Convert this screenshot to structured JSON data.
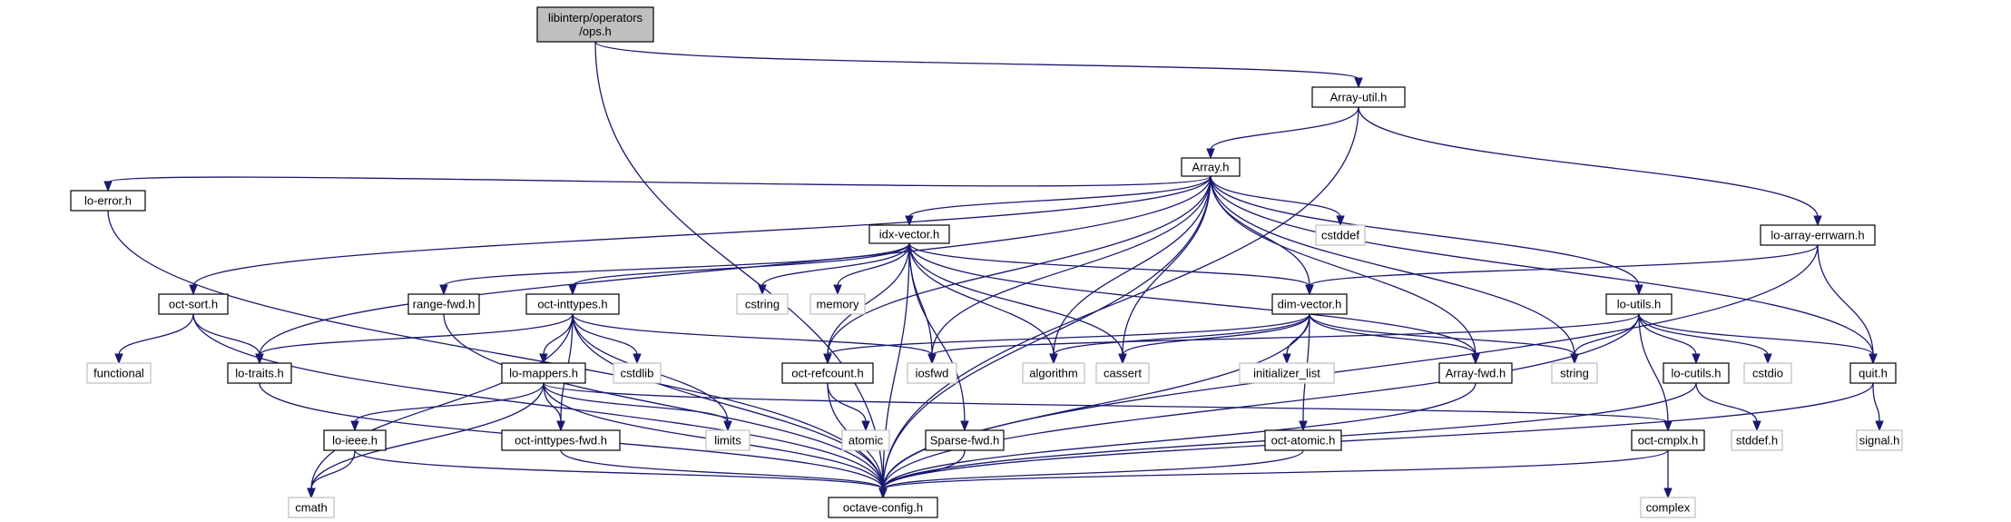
{
  "colors": {
    "edge": "#191970",
    "local_border": "#000000",
    "system_border": "#bfbfbf",
    "root_fill": "#bfbfbf"
  },
  "nodes": [
    {
      "id": "ops",
      "lines": [
        "libinterp/operators",
        "/ops.h"
      ],
      "kind": "root"
    },
    {
      "id": "array_util",
      "lines": [
        "Array-util.h"
      ],
      "kind": "local"
    },
    {
      "id": "array",
      "lines": [
        "Array.h"
      ],
      "kind": "local"
    },
    {
      "id": "lo_error",
      "lines": [
        "lo-error.h"
      ],
      "kind": "local"
    },
    {
      "id": "idx_vector",
      "lines": [
        "idx-vector.h"
      ],
      "kind": "local"
    },
    {
      "id": "cstddef",
      "lines": [
        "cstddef"
      ],
      "kind": "system"
    },
    {
      "id": "lo_array_errwarn",
      "lines": [
        "lo-array-errwarn.h"
      ],
      "kind": "local"
    },
    {
      "id": "oct_sort",
      "lines": [
        "oct-sort.h"
      ],
      "kind": "local"
    },
    {
      "id": "range_fwd",
      "lines": [
        "range-fwd.h"
      ],
      "kind": "local"
    },
    {
      "id": "oct_inttypes",
      "lines": [
        "oct-inttypes.h"
      ],
      "kind": "local"
    },
    {
      "id": "cstring",
      "lines": [
        "cstring"
      ],
      "kind": "system"
    },
    {
      "id": "memory",
      "lines": [
        "memory"
      ],
      "kind": "system"
    },
    {
      "id": "dim_vector",
      "lines": [
        "dim-vector.h"
      ],
      "kind": "local"
    },
    {
      "id": "lo_utils",
      "lines": [
        "lo-utils.h"
      ],
      "kind": "local"
    },
    {
      "id": "functional",
      "lines": [
        "functional"
      ],
      "kind": "system"
    },
    {
      "id": "lo_traits",
      "lines": [
        "lo-traits.h"
      ],
      "kind": "local"
    },
    {
      "id": "cstdlib",
      "lines": [
        "cstdlib"
      ],
      "kind": "system"
    },
    {
      "id": "oct_refcount",
      "lines": [
        "oct-refcount.h"
      ],
      "kind": "local"
    },
    {
      "id": "iosfwd",
      "lines": [
        "iosfwd"
      ],
      "kind": "system"
    },
    {
      "id": "algorithm",
      "lines": [
        "algorithm"
      ],
      "kind": "system"
    },
    {
      "id": "cassert",
      "lines": [
        "cassert"
      ],
      "kind": "system"
    },
    {
      "id": "initializer_list",
      "lines": [
        "initializer_list"
      ],
      "kind": "system"
    },
    {
      "id": "array_fwd",
      "lines": [
        "Array-fwd.h"
      ],
      "kind": "local"
    },
    {
      "id": "string",
      "lines": [
        "string"
      ],
      "kind": "system"
    },
    {
      "id": "lo_cutils",
      "lines": [
        "lo-cutils.h"
      ],
      "kind": "local"
    },
    {
      "id": "cstdio",
      "lines": [
        "cstdio"
      ],
      "kind": "system"
    },
    {
      "id": "quit",
      "lines": [
        "quit.h"
      ],
      "kind": "local"
    },
    {
      "id": "lo_mappers",
      "lines": [
        "lo-mappers.h"
      ],
      "kind": "local"
    },
    {
      "id": "limits",
      "lines": [
        "limits"
      ],
      "kind": "system"
    },
    {
      "id": "atomic",
      "lines": [
        "atomic"
      ],
      "kind": "system"
    },
    {
      "id": "sparse_fwd",
      "lines": [
        "Sparse-fwd.h"
      ],
      "kind": "local"
    },
    {
      "id": "oct_atomic",
      "lines": [
        "oct-atomic.h"
      ],
      "kind": "local"
    },
    {
      "id": "stddef",
      "lines": [
        "stddef.h"
      ],
      "kind": "system"
    },
    {
      "id": "signal",
      "lines": [
        "signal.h"
      ],
      "kind": "system"
    },
    {
      "id": "lo_ieee",
      "lines": [
        "lo-ieee.h"
      ],
      "kind": "local"
    },
    {
      "id": "oct_inttypes_fwd",
      "lines": [
        "oct-inttypes-fwd.h"
      ],
      "kind": "local"
    },
    {
      "id": "oct_cmplx",
      "lines": [
        "oct-cmplx.h"
      ],
      "kind": "local"
    },
    {
      "id": "cmath",
      "lines": [
        "cmath"
      ],
      "kind": "system"
    },
    {
      "id": "octave_config",
      "lines": [
        "octave-config.h"
      ],
      "kind": "local"
    },
    {
      "id": "complex",
      "lines": [
        "complex"
      ],
      "kind": "system"
    }
  ],
  "edges": [
    [
      "ops",
      "array_util"
    ],
    [
      "ops",
      "octave_config"
    ],
    [
      "array_util",
      "array"
    ],
    [
      "array_util",
      "lo_array_errwarn"
    ],
    [
      "array_util",
      "octave_config"
    ],
    [
      "array",
      "lo_error"
    ],
    [
      "array",
      "oct_sort"
    ],
    [
      "array",
      "lo_traits"
    ],
    [
      "array",
      "idx_vector"
    ],
    [
      "array",
      "oct_refcount"
    ],
    [
      "array",
      "iosfwd"
    ],
    [
      "array",
      "algorithm"
    ],
    [
      "array",
      "cassert"
    ],
    [
      "array",
      "cstddef"
    ],
    [
      "array",
      "dim_vector"
    ],
    [
      "array",
      "array_fwd"
    ],
    [
      "array",
      "string"
    ],
    [
      "array",
      "lo_utils"
    ],
    [
      "array",
      "quit"
    ],
    [
      "array",
      "octave_config"
    ],
    [
      "lo_error",
      "octave_config"
    ],
    [
      "oct_sort",
      "functional"
    ],
    [
      "oct_sort",
      "lo_traits"
    ],
    [
      "oct_sort",
      "octave_config"
    ],
    [
      "lo_traits",
      "octave_config"
    ],
    [
      "idx_vector",
      "range_fwd"
    ],
    [
      "idx_vector",
      "oct_inttypes"
    ],
    [
      "idx_vector",
      "oct_refcount"
    ],
    [
      "idx_vector",
      "cstring"
    ],
    [
      "idx_vector",
      "memory"
    ],
    [
      "idx_vector",
      "iosfwd"
    ],
    [
      "idx_vector",
      "algorithm"
    ],
    [
      "idx_vector",
      "cassert"
    ],
    [
      "idx_vector",
      "dim_vector"
    ],
    [
      "idx_vector",
      "array_fwd"
    ],
    [
      "idx_vector",
      "sparse_fwd"
    ],
    [
      "idx_vector",
      "octave_config"
    ],
    [
      "range_fwd",
      "octave_config"
    ],
    [
      "oct_inttypes",
      "lo_traits"
    ],
    [
      "oct_inttypes",
      "cstdlib"
    ],
    [
      "oct_inttypes",
      "lo_mappers"
    ],
    [
      "oct_inttypes",
      "oct_inttypes_fwd"
    ],
    [
      "oct_inttypes",
      "limits"
    ],
    [
      "oct_inttypes",
      "iosfwd"
    ],
    [
      "oct_inttypes",
      "cmath"
    ],
    [
      "oct_inttypes",
      "octave_config"
    ],
    [
      "lo_mappers",
      "lo_ieee"
    ],
    [
      "lo_mappers",
      "oct_inttypes_fwd"
    ],
    [
      "lo_mappers",
      "limits"
    ],
    [
      "lo_mappers",
      "oct_cmplx"
    ],
    [
      "lo_mappers",
      "cmath"
    ],
    [
      "lo_mappers",
      "octave_config"
    ],
    [
      "lo_ieee",
      "cmath"
    ],
    [
      "lo_ieee",
      "octave_config"
    ],
    [
      "oct_inttypes_fwd",
      "octave_config"
    ],
    [
      "oct_refcount",
      "atomic"
    ],
    [
      "oct_refcount",
      "octave_config"
    ],
    [
      "sparse_fwd",
      "octave_config"
    ],
    [
      "dim_vector",
      "oct_refcount"
    ],
    [
      "dim_vector",
      "algorithm"
    ],
    [
      "dim_vector",
      "cassert"
    ],
    [
      "dim_vector",
      "initializer_list"
    ],
    [
      "dim_vector",
      "string"
    ],
    [
      "dim_vector",
      "array_fwd"
    ],
    [
      "dim_vector",
      "oct_atomic"
    ],
    [
      "dim_vector",
      "octave_config"
    ],
    [
      "oct_atomic",
      "octave_config"
    ],
    [
      "array_fwd",
      "octave_config"
    ],
    [
      "lo_array_errwarn",
      "dim_vector"
    ],
    [
      "lo_array_errwarn",
      "quit"
    ],
    [
      "lo_array_errwarn",
      "octave_config"
    ],
    [
      "lo_utils",
      "iosfwd"
    ],
    [
      "lo_utils",
      "string"
    ],
    [
      "lo_utils",
      "lo_cutils"
    ],
    [
      "lo_utils",
      "cstdio"
    ],
    [
      "lo_utils",
      "oct_cmplx"
    ],
    [
      "lo_utils",
      "quit"
    ],
    [
      "lo_utils",
      "octave_config"
    ],
    [
      "lo_cutils",
      "stddef"
    ],
    [
      "lo_cutils",
      "octave_config"
    ],
    [
      "quit",
      "signal"
    ],
    [
      "quit",
      "octave_config"
    ],
    [
      "oct_cmplx",
      "complex"
    ],
    [
      "oct_cmplx",
      "octave_config"
    ]
  ]
}
